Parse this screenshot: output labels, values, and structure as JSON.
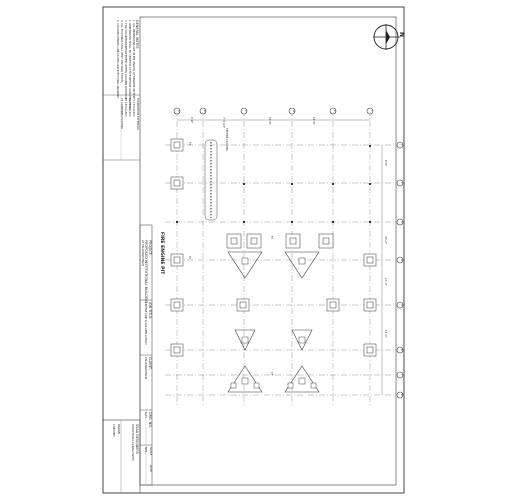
{
  "sheet": {
    "north_label": "N",
    "notes_heading": "GENERAL NOTES",
    "notes": [
      "1. ALL DIMENSIONS ARE IN MM UNLESS OTHERWISE NOTED",
      "2. DIMENSIONS SHALL BE VERIFIED AT SITE BEFORE CONSTRUCTION",
      "3. FOR COLUMN REINFORCEMENT REFER COLUMN SCHEDULE",
      "4. ALL FOOTINGS SHALL REST ON HARD STRATA",
      "5. COLUMN CENTRE LINE AS PER ARCHITECTURAL DRAWING"
    ],
    "legend_heading": "FOUNDATION SCHEDULE",
    "legend_items": [
      "F1  1200x1200",
      "F2  1500x1500",
      "F3  1800x1800",
      "CF  COMBINED FOOTING"
    ],
    "plan_title": "FIRE ENGINE PIT",
    "columns_label": "CENTRE COLUMN",
    "grid_bubbles_top": [
      "A",
      "B",
      "C",
      "D",
      "E",
      "F"
    ],
    "grid_bubbles_right": [
      "1",
      "2",
      "3",
      "4",
      "5",
      "6",
      "7",
      "8"
    ],
    "dim_labels": [
      "9'-6\"",
      "7'-3 1/2\"",
      "14'-6\"",
      "14'-6\"",
      "9'-6\"",
      "20'-0\"",
      "10'-0\"",
      "15'-0\""
    ],
    "footing_marks": [
      "F1",
      "F2",
      "F3",
      "CF"
    ],
    "project_heading": "PROJECT:",
    "project_name": "PROPOSED INSTITUTIONAL BUILDING",
    "project_sub": "AT VISAKHAPATNAM",
    "job_title_heading": "JOB TITLE:",
    "job_title": "CENTRE LINE & COLUMN LAYOUT",
    "client_heading": "CLIENT:",
    "client_name": "VISAKHAPATNAM",
    "firm_name": "SSAA DESIGNERS",
    "firm_sub": "STRUCTURAL CONSULTANTS",
    "drawing_no_label": "DRG. NO.",
    "drawing_no": "S-01",
    "scale_label": "SCALE",
    "scale": "NTS",
    "date_label": "DATE",
    "date": "",
    "drawn_label": "DRAWN",
    "checked_label": "CHECKED"
  }
}
